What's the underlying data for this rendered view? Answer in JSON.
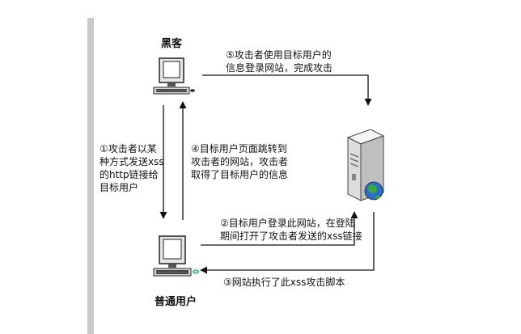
{
  "nodes": {
    "hacker": {
      "label": "黑客",
      "icon": "computer-icon"
    },
    "user": {
      "label": "普通用户",
      "icon": "computer-icon"
    },
    "server": {
      "icon": "server-icon"
    }
  },
  "steps": {
    "s1": [
      "①攻击者以某",
      "种方式发送xss",
      "的http链接给",
      "目标用户"
    ],
    "s2": [
      "②目标用户登录此网站，在登陆",
      "期间打开了攻击者发送的xss链接"
    ],
    "s3": [
      "③网站执行了此xss攻击脚本"
    ],
    "s4": [
      "④目标用户页面跳转到",
      "攻击者的网站，攻击者",
      "取得了目标用户的信息"
    ],
    "s5": [
      "⑤攻击者使用目标用户的",
      "信息登录网站，完成攻击"
    ]
  }
}
